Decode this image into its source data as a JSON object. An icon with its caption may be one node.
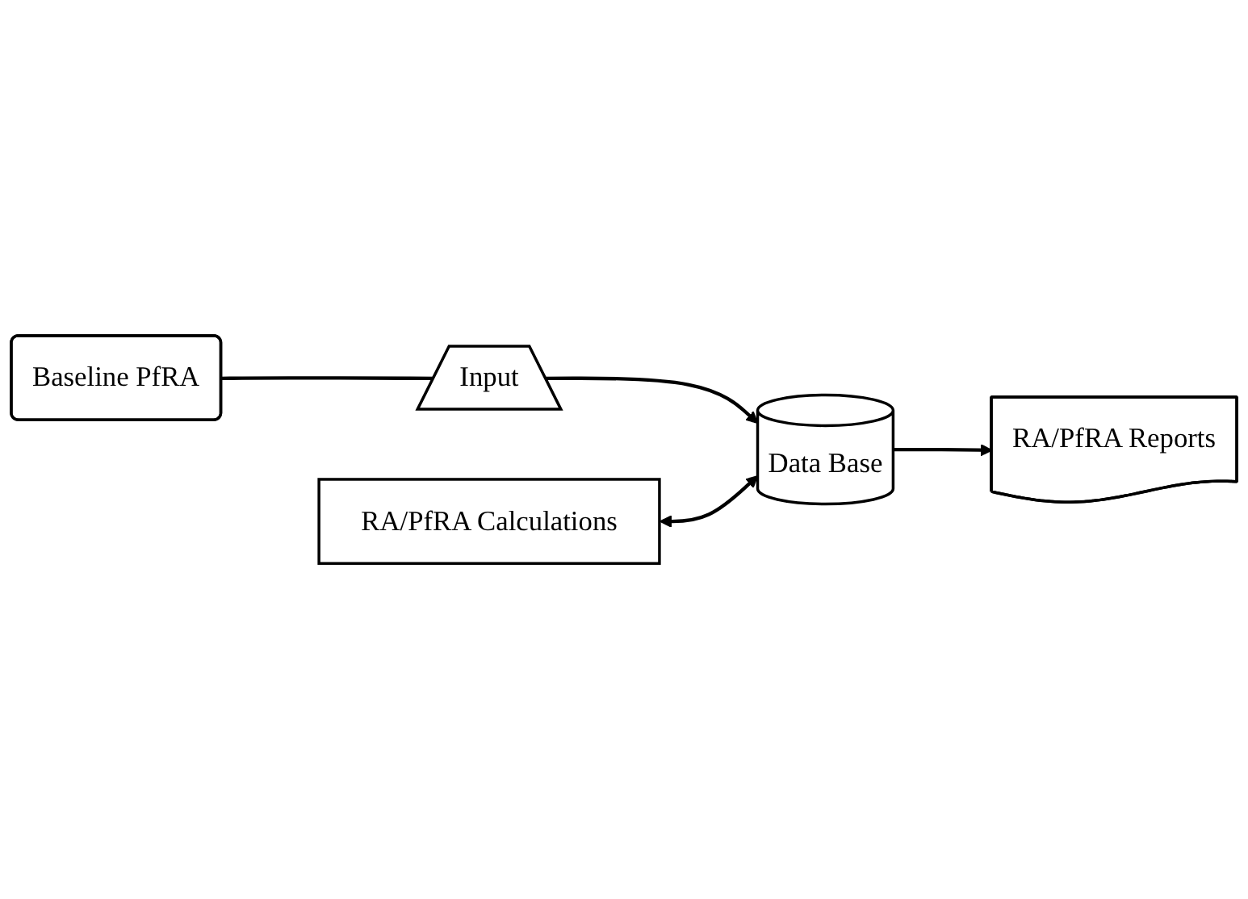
{
  "diagram": {
    "nodes": [
      {
        "text": [
          "Baseline PfRA"
        ]
      },
      {
        "text": [
          "Input"
        ]
      },
      {
        "text": [
          "Data Base"
        ]
      },
      {
        "text": [
          "RA/PfRA Reports"
        ]
      },
      {
        "text": [
          "RA/PfRA Calculations"
        ]
      }
    ],
    "edges": [
      {
        "from": 0,
        "to": 1,
        "arrow": "none"
      },
      {
        "from": 1,
        "to": 2,
        "arrow": "to"
      },
      {
        "from": 2,
        "to": 3,
        "arrow": "to"
      },
      {
        "from": 4,
        "to": 2,
        "arrow": "both"
      }
    ]
  }
}
